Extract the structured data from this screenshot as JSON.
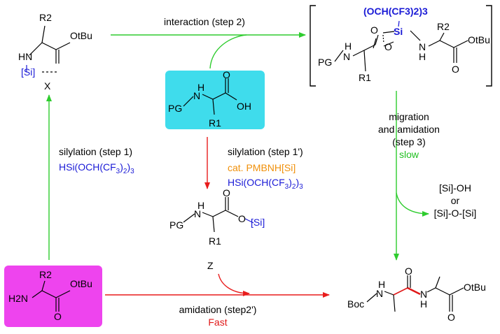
{
  "colors": {
    "green_arrow": "#2ecc2e",
    "red_arrow": "#e81c1c",
    "silicon_blue": "#1a1ad6",
    "catalyst_orange": "#f0900a",
    "cyan_box": "#3fdcec",
    "magenta_box": "#ee44ee",
    "amide_bond_red": "#e01818"
  },
  "compounds": {
    "x": {
      "r_group": "R2",
      "ester": "OtBu",
      "nh": "HN",
      "silyl": "[Si]",
      "label": "X"
    },
    "intermediate": {
      "si_group": "(OCH(CF3)2)3",
      "si": "Si",
      "pg": "PG",
      "nh": "H",
      "n": "N",
      "r1": "R1",
      "r2": "R2",
      "ester": "OtBu",
      "o1": "O",
      "o2": "O",
      "o3": "O"
    },
    "acid": {
      "pg": "PG",
      "nh": "H",
      "n": "N",
      "oh": "OH",
      "o": "O",
      "r1": "R1"
    },
    "silyl_ester": {
      "pg": "PG",
      "nh": "H",
      "n": "N",
      "o": "O",
      "silyl": "[Si]",
      "r1": "R1",
      "label": "Z"
    },
    "amine": {
      "r2": "R2",
      "h2n": "H2N",
      "ester": "OtBu",
      "o": "O"
    },
    "dipeptide": {
      "boc": "Boc",
      "n1": "N",
      "h1": "H",
      "n2": "N",
      "h2": "H",
      "o1": "O",
      "o2": "O",
      "ester": "OtBu"
    }
  },
  "arrows": {
    "interaction": {
      "label": "interaction (step 2)"
    },
    "silylation": {
      "label": "silylation (step 1)",
      "reagent": "HSi(OCH(CF3)2)3"
    },
    "silylation_prime": {
      "label": "silylation (step 1')",
      "catalyst": "cat. PMBNH[Si]",
      "reagent": "HSi(OCH(CF3)2)3"
    },
    "migration": {
      "line1": "migration",
      "line2": "and amidation",
      "line3": "(step 3)",
      "rate": "slow"
    },
    "byproduct": {
      "line1": "[Si]-OH",
      "line2": "or",
      "line3": "[Si]-O-[Si]"
    },
    "amidation": {
      "label": "amidation (step2')",
      "rate": "Fast"
    }
  }
}
